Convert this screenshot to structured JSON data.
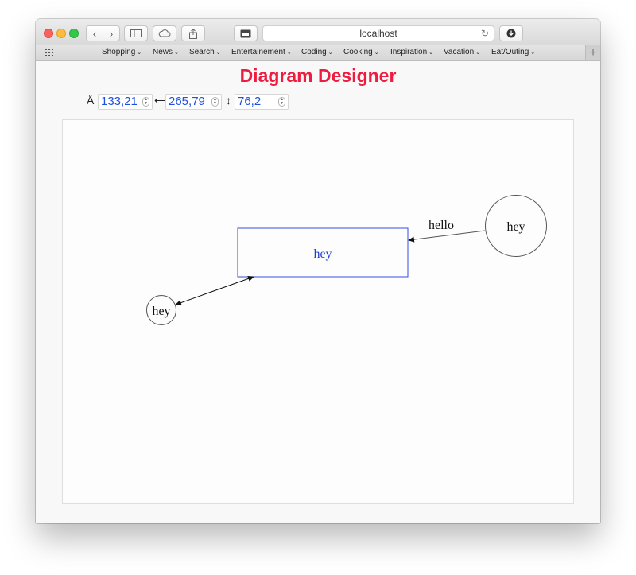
{
  "browser": {
    "url": "localhost",
    "bookmarks": [
      "Shopping",
      "News",
      "Search",
      "Entertainement",
      "Coding",
      "Cooking",
      "Inspiration",
      "Vacation",
      "Eat/Outing"
    ]
  },
  "app": {
    "title": "Diagram Designer",
    "fields": {
      "position": "133,21",
      "width": "265,79",
      "height": "76,2"
    }
  },
  "diagram": {
    "rect_label": "hey",
    "circle_large_label": "hey",
    "circle_small_label": "hey",
    "edge_label": "hello"
  },
  "colors": {
    "title": "#ee1c3e",
    "selected": "#1f4fe0"
  },
  "icons": [
    "anchor-icon",
    "width-icon",
    "height-icon",
    "back-icon",
    "forward-icon",
    "sidebar-icon",
    "icloud-icon",
    "share-icon",
    "reader-icon",
    "reload-icon",
    "download-icon",
    "apps-grid-icon"
  ]
}
